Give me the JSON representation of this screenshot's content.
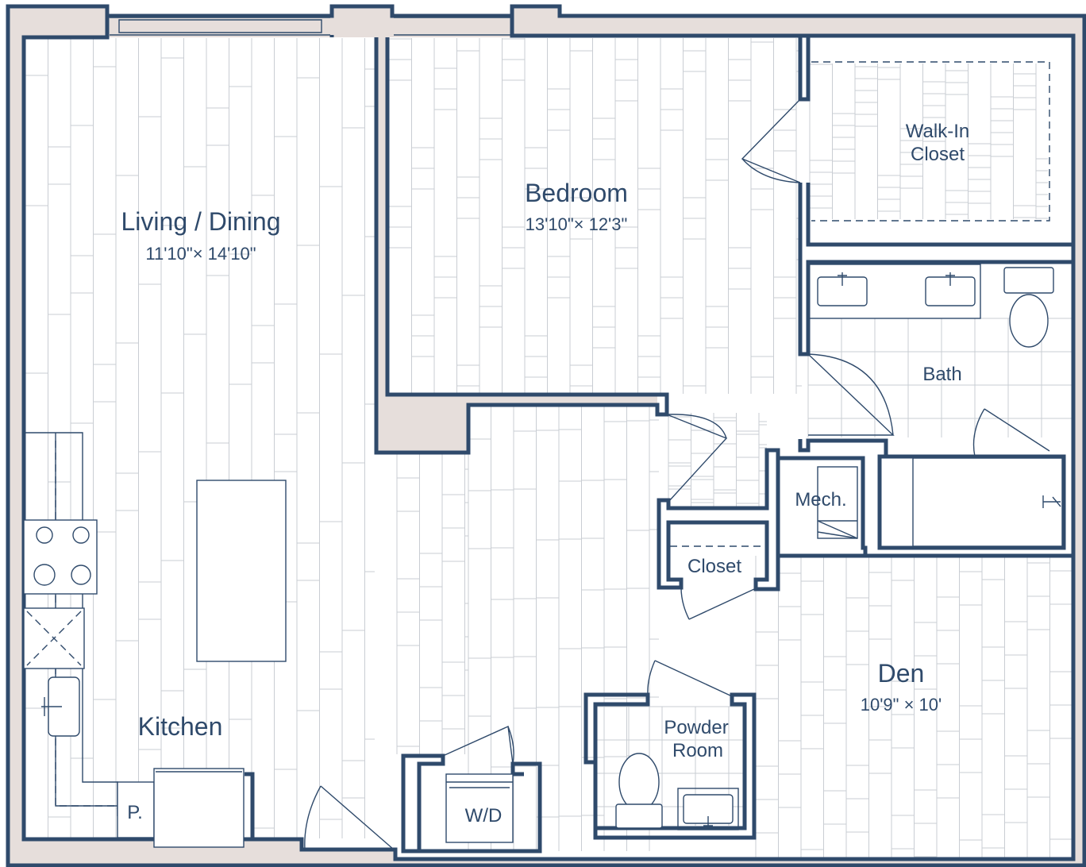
{
  "rooms": {
    "living_dining": {
      "name": "Living / Dining",
      "dimensions": "11'10\"× 14'10\""
    },
    "bedroom": {
      "name": "Bedroom",
      "dimensions": "13'10\"× 12'3\""
    },
    "walk_in_closet": {
      "line1": "Walk-In",
      "line2": "Closet"
    },
    "bath": {
      "name": "Bath"
    },
    "mech": {
      "name": "Mech."
    },
    "closet": {
      "name": "Closet"
    },
    "den": {
      "name": "Den",
      "dimensions": "10'9\" × 10'"
    },
    "kitchen": {
      "name": "Kitchen"
    },
    "powder_room": {
      "line1": "Powder",
      "line2": "Room"
    },
    "washer_dryer": {
      "name": "W/D"
    },
    "pantry": {
      "name": "P."
    }
  },
  "colors": {
    "wall": "#2f4a6b",
    "wall_fill": "#e6dedb",
    "floor_lines": "#c9cdd3"
  }
}
